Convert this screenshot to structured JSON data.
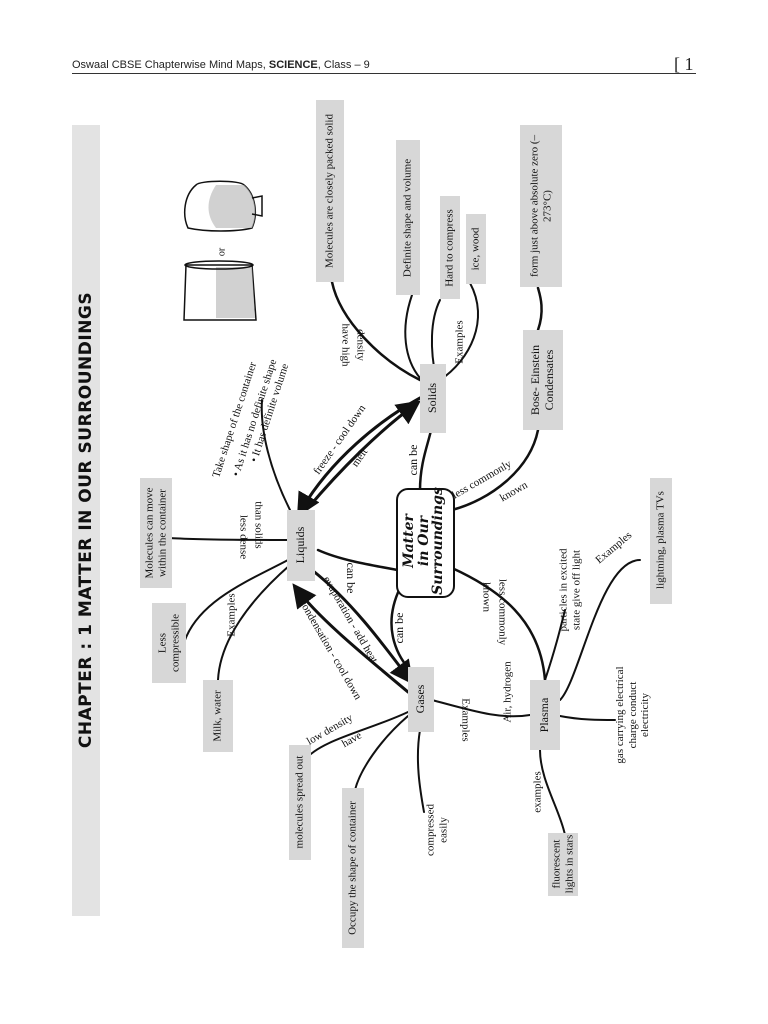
{
  "header": {
    "left_prefix": "Oswaal CBSE Chapterwise Mind Maps, ",
    "left_bold": "SCIENCE",
    "left_suffix": ", Class – 9",
    "page_number": "[ 1"
  },
  "chapter_title": "CHAPTER : 1 MATTER IN OUR SURROUNDINGS",
  "center": {
    "line1": "Matter",
    "line2": "in Our",
    "line3": "Surroundings"
  },
  "states": {
    "solids": "Solids",
    "liquids": "Liquids",
    "gases": "Gases",
    "plasma": "Plasma",
    "bec": "Bose- Einstein Condensates"
  },
  "solids": {
    "link_label": "can be",
    "density_label_1": "have high",
    "density_label_2": "density",
    "property_1": "Molecules are closely packed solid",
    "property_2": "Definite shape and volume",
    "property_3": "Hard to compress",
    "examples_label": "Examples",
    "examples": "ice, wood"
  },
  "liquids": {
    "link_label": "can be",
    "less_dense_1": "less dense",
    "less_dense_2": "than solids",
    "property_move": "Molecules can move within the container",
    "property_compress": "Less compressible",
    "examples_label": "Examples",
    "examples": "Milk, water",
    "container_1": "Take shape of the container",
    "container_2": "• As it has no definite shape",
    "container_3": "• It has definite volume",
    "or_label": "or"
  },
  "gases": {
    "link_label": "can be",
    "low_density_1": "low density",
    "low_density_2": "have",
    "property_spread": "molecules spread out",
    "property_shape": "Occupy the shape of container",
    "property_compress": "compressed easily",
    "examples_label": "Examples",
    "examples": "Air, hydrogen"
  },
  "plasma": {
    "link_label_1": "less commonly",
    "link_label_2": "known",
    "property_particles": "particles in excited state give off light",
    "property_gas": "gas carrying electrical charge conduct electricity",
    "examples_label_1": "Examples",
    "examples_1": "lightning, plasma TVs",
    "examples_label_2": "examples",
    "examples_2": "fluorescent lights in stars"
  },
  "bec": {
    "link_label_1": "less commonly",
    "link_label_2": "known",
    "property": "form just above absolute zero (–273°C)"
  },
  "transitions": {
    "freeze": "freeze - cool down",
    "melt": "melt",
    "evaporation": "evaporation - add heat",
    "condensation": "condensation - cool down"
  }
}
